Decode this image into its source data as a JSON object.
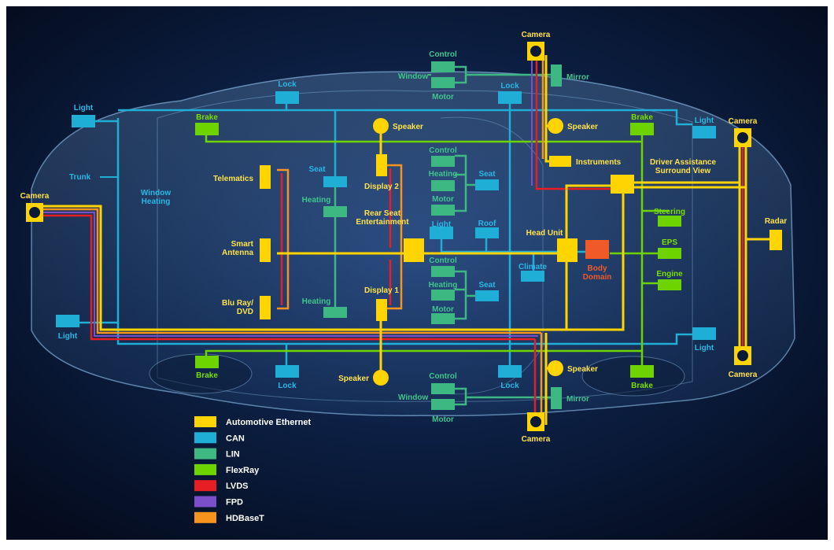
{
  "legend": {
    "items": [
      {
        "label": "Automotive Ethernet",
        "color": "#ffd400"
      },
      {
        "label": "CAN",
        "color": "#1eaed6"
      },
      {
        "label": "LIN",
        "color": "#3db882"
      },
      {
        "label": "FlexRay",
        "color": "#6ed400"
      },
      {
        "label": "LVDS",
        "color": "#e81e25"
      },
      {
        "label": "FPD",
        "color": "#7b4fc9"
      },
      {
        "label": "HDBaseT",
        "color": "#f7941d"
      }
    ]
  },
  "nodes": {
    "camera_front": "Camera",
    "camera_left_top": "Camera",
    "camera_left_bottom": "Camera",
    "camera_rear": "Camera",
    "camera_bottom": "Camera",
    "radar": "Radar",
    "mirror_top": "Mirror",
    "mirror_bottom": "Mirror",
    "control_top": "Control",
    "window_top": "Window",
    "motor_top": "Motor",
    "control_bottom": "Control",
    "window_bottom": "Window",
    "motor_bottom": "Motor",
    "lock_1": "Lock",
    "lock_2": "Lock",
    "lock_3": "Lock",
    "lock_4": "Lock",
    "light_1": "Light",
    "light_2": "Light",
    "light_3": "Light",
    "light_4": "Light",
    "light_5": "Light",
    "brake_1": "Brake",
    "brake_2": "Brake",
    "brake_3": "Brake",
    "brake_4": "Brake",
    "speaker_1": "Speaker",
    "speaker_2": "Speaker",
    "speaker_3": "Speaker",
    "speaker_4": "Speaker",
    "trunk": "Trunk",
    "window_heating": "Window\nHeating",
    "telematics": "Telematics",
    "smart_antenna": "Smart\nAntenna",
    "bluray": "Blu Ray/\nDVD",
    "seat_1": "Seat",
    "seat_2": "Seat",
    "seat_3": "Seat",
    "heating_1": "Heating",
    "heating_2": "Heating",
    "heating_3": "Heating",
    "heating_4": "Heating",
    "display_1": "Display 1",
    "display_2": "Display 2",
    "rse": "Rear Seat\nEntertainment",
    "control_2": "Control",
    "control_3": "Control",
    "motor_2": "Motor",
    "motor_3": "Motor",
    "roof": "Roof",
    "climate": "Climate",
    "head_unit": "Head Unit",
    "body_domain": "Body\nDomain",
    "instruments": "Instruments",
    "das": "Driver Assistance\nSurround View",
    "steering": "Steering",
    "eps": "EPS",
    "engine": "Engine"
  }
}
